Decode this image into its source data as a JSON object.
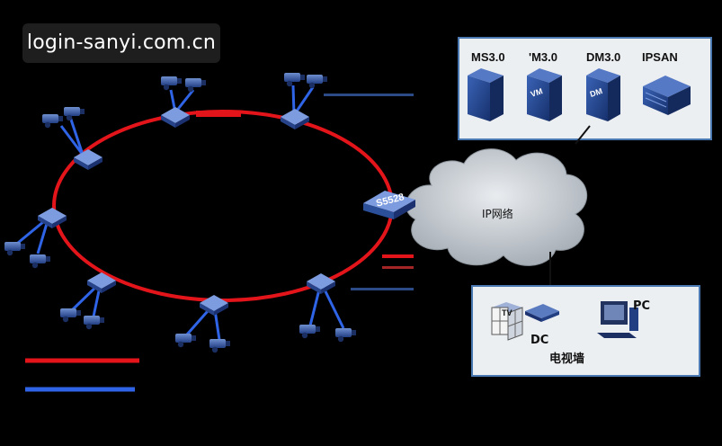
{
  "watermark": {
    "text": "login-sanyi.com.cn"
  },
  "switch": {
    "label": "S5528"
  },
  "cloud": {
    "label": "IP网络"
  },
  "servers": [
    {
      "label": "MS3.0",
      "badge": ""
    },
    {
      "label": "'M3.0",
      "badge": "VM"
    },
    {
      "label": "DM3.0",
      "badge": "DM"
    },
    {
      "label": "IPSAN",
      "badge": ""
    }
  ],
  "client_panel": {
    "tv_badge": "TV",
    "dc_label": "DC",
    "pc_label": "PC",
    "wall_label": "电视墙"
  },
  "colors": {
    "ring": "#e3151b",
    "links": "#2f64e6",
    "panel_border": "#4a78b0",
    "device": "#2c4f9a"
  }
}
